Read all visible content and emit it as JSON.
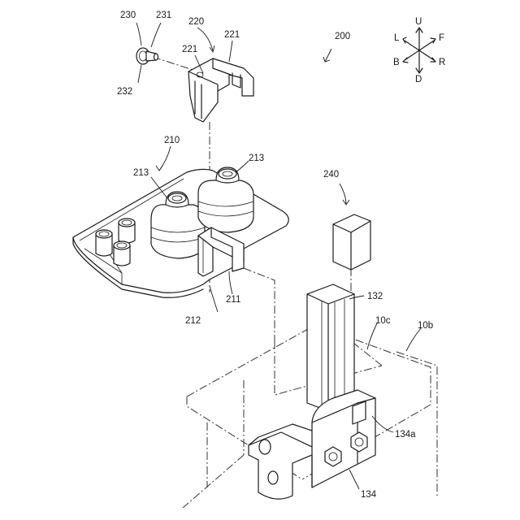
{
  "figure": {
    "assembly_label": "200",
    "labels": {
      "washer_head": "230",
      "washer_cap": "231",
      "washer_shaft": "232",
      "clip_assembly": "220",
      "clip_left": "221",
      "clip_right": "221",
      "plate_assembly": "210",
      "bellows_left": "213",
      "bellows_right": "213",
      "plate_bracket": "211",
      "plate_edge": "212",
      "block": "240",
      "rail": "132",
      "frame_c": "10c",
      "frame_b": "10b",
      "bracket_tab": "134a",
      "bracket": "134"
    },
    "direction_compass": {
      "up": "U",
      "down": "D",
      "left": "L",
      "right": "R",
      "front": "F",
      "back": "B"
    }
  }
}
